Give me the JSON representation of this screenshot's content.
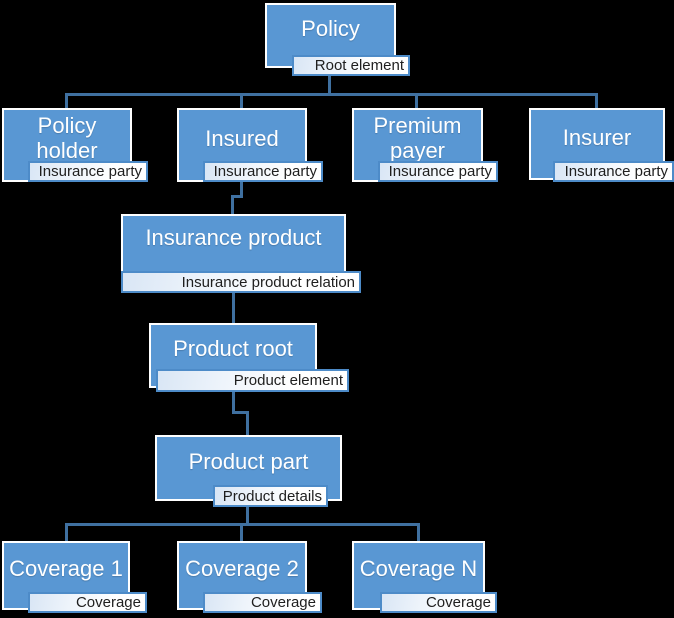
{
  "colors": {
    "background": "#000000",
    "node_fill": "#5997d3",
    "node_border": "#ffffff",
    "node_text": "#ffffff",
    "connector": "#3f70a0",
    "tag_border": "#4d8bc8",
    "tag_text": "#1f1f1f"
  },
  "nodes": {
    "policy": {
      "title": "Policy",
      "tag": "Root element"
    },
    "policy_holder": {
      "title": "Policy holder",
      "tag": "Insurance party"
    },
    "insured": {
      "title": "Insured",
      "tag": "Insurance party"
    },
    "premium_payer": {
      "title": "Premium payer",
      "tag": "Insurance party"
    },
    "insurer": {
      "title": "Insurer",
      "tag": "Insurance party"
    },
    "insurance_product": {
      "title": "Insurance product",
      "tag": "Insurance product relation"
    },
    "product_root": {
      "title": "Product root",
      "tag": "Product element"
    },
    "product_part": {
      "title": "Product part",
      "tag": "Product details"
    },
    "coverage_1": {
      "title": "Coverage 1",
      "tag": "Coverage"
    },
    "coverage_2": {
      "title": "Coverage 2",
      "tag": "Coverage"
    },
    "coverage_n": {
      "title": "Coverage N",
      "tag": "Coverage"
    }
  }
}
